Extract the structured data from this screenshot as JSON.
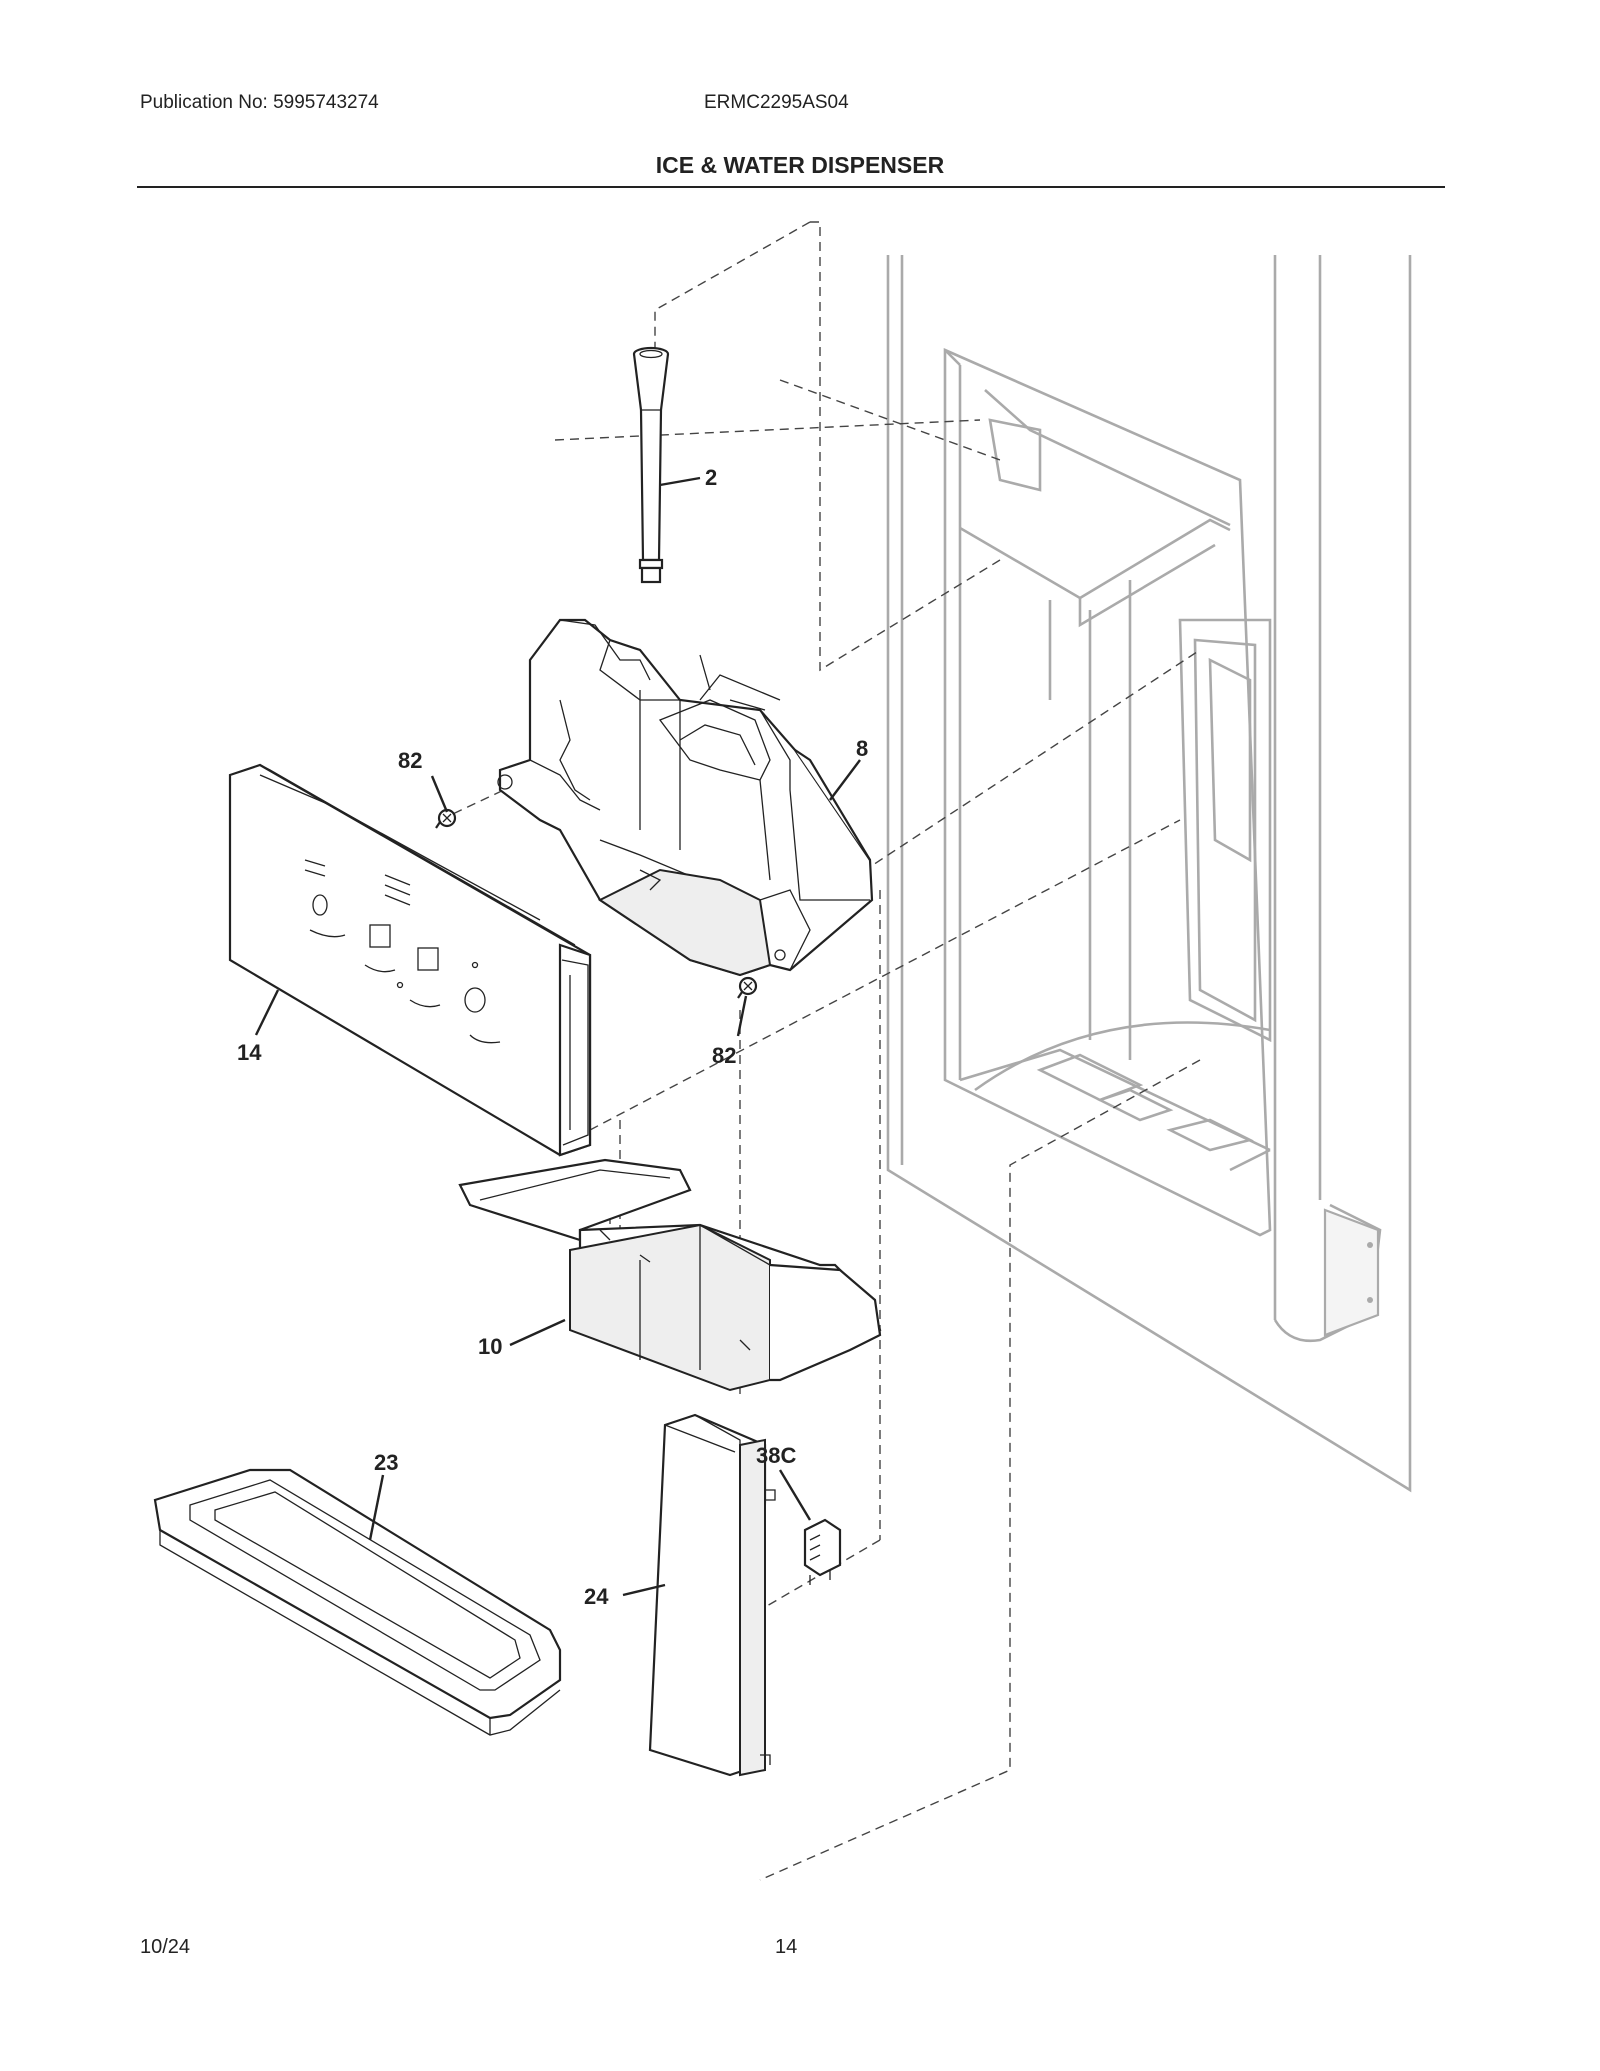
{
  "header": {
    "publication": "Publication No: 5995743274",
    "model": "ERMC2295AS04",
    "title": "ICE & WATER DISPENSER"
  },
  "footer": {
    "date": "10/24",
    "page": "14"
  },
  "callouts": {
    "c2": "2",
    "c8": "8",
    "c82_top": "82",
    "c82_bottom": "82",
    "c14": "14",
    "c10": "10",
    "c23": "23",
    "c24": "24",
    "c38c": "38C"
  }
}
